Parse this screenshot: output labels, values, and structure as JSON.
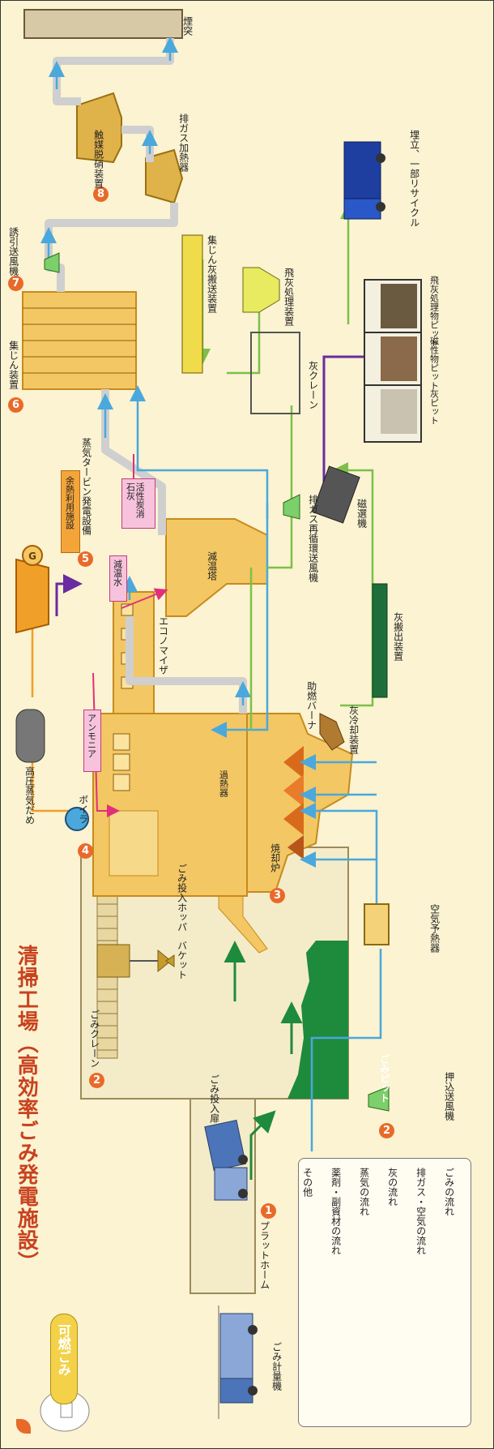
{
  "title": "清掃工場（高効率ごみ発電施設）",
  "badge": "可燃ごみ",
  "steps": {
    "platform": "1",
    "pit": "2",
    "crane": "2",
    "incinerator": "3",
    "boiler": "4",
    "turbine": "5",
    "dust": "6",
    "fan": "7",
    "denox": "8"
  },
  "labels": {
    "collection_truck": "ごみ計量機",
    "platform": "プラットホーム",
    "input_door": "ごみ投入扉",
    "crane": "ごみクレーン",
    "bucket": "バケット",
    "hopper": "ごみ投入ホッパ",
    "pit": "ごみピット",
    "push_fan": "押込送風機",
    "air_preheater": "空気予熱器",
    "incinerator": "焼却炉",
    "boiler": "ボイラ",
    "burner": "助燃バーナ",
    "superheater": "過熱器",
    "economizer": "エコノマイザ",
    "ammonia": "アンモニア",
    "hp_drum": "高圧蒸気だめ",
    "turbine": "蒸気タービン発電設備",
    "heat_use": "余熱利用施設",
    "cooling_tower": "減温塔",
    "cooling_water": "減温水",
    "activated": "活性炭消石灰",
    "dust_collector": "集じん装置",
    "induced_fan": "誘引送風機",
    "exhaust_heater": "排ガス加熱器",
    "denox": "触媒脱硝装置",
    "chimney": "煙突",
    "ash_conveyor": "集じん灰搬送装置",
    "fly_ash_treat": "飛灰処理装置",
    "recirc_fan": "排ガス再循環送風機",
    "ash_cooler": "灰冷却装置",
    "ash_out": "灰搬出装置",
    "magnet": "磁選機",
    "ash_crane": "灰クレーン",
    "ash_pit": "灰ピット",
    "magnetic_pit": "磁性物ピット",
    "fly_ash_pit": "飛灰処理物ピット",
    "landfill": "埋立、一部リサイクル"
  },
  "legend": [
    {
      "label": "ごみの流れ",
      "color": "#1e8a3c"
    },
    {
      "label": "排ガス・空気の流れ",
      "color": "#4aa8dc"
    },
    {
      "label": "灰の流れ",
      "color": "#7cc04a"
    },
    {
      "label": "蒸気の流れ",
      "color": "#f0a028"
    },
    {
      "label": "薬剤・副資材の流れ",
      "color": "#e0307a"
    },
    {
      "label": "その他",
      "color": "#6a2ca0"
    }
  ],
  "colors": {
    "plant": "#f3c764",
    "plant_dark": "#c78a1c",
    "building": "#f4ecc9",
    "pit_green": "#1e8a3c"
  }
}
